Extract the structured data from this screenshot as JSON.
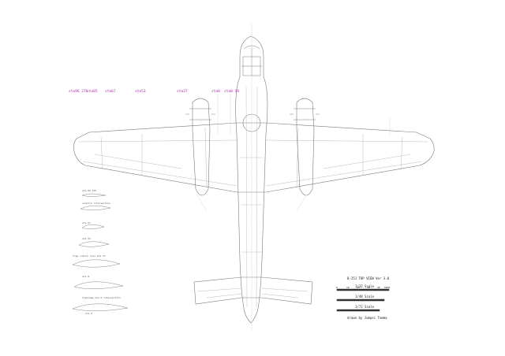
{
  "stations": [
    {
      "id": "sta-96-276",
      "text": "sta96 276"
    },
    {
      "id": "sta-85",
      "text": "sta85"
    },
    {
      "id": "sta-67",
      "text": "sta67"
    },
    {
      "id": "sta-53",
      "text": "sta53"
    },
    {
      "id": "sta-37",
      "text": "sta37"
    },
    {
      "id": "sta-8",
      "text": "sta8"
    },
    {
      "id": "sta-0-18",
      "text": "sta0 18"
    }
  ],
  "profiles": [
    {
      "id": "p1",
      "text": "sta.96 276"
    },
    {
      "id": "p2",
      "text": "nacelle intersection"
    },
    {
      "id": "p3",
      "text": "sta 67"
    },
    {
      "id": "p4",
      "text": "sta 53"
    },
    {
      "id": "p5",
      "text": "flap cutout line sta 37"
    },
    {
      "id": "p6",
      "text": "sta 8"
    },
    {
      "id": "p7",
      "text": "fuselage sta 0 intersection"
    },
    {
      "id": "p8",
      "text": "sta 0"
    }
  ],
  "title_block": {
    "title": "B-25J TOP VIEW Ver 3.0",
    "scale1": "1/32 Scale",
    "scale2": "1/48 Scale",
    "scale3": "1/72 Scale",
    "ticks": [
      "0",
      "10",
      "20",
      "30",
      "40",
      "50mm"
    ],
    "author": "drawn by Jumpei Temma"
  }
}
